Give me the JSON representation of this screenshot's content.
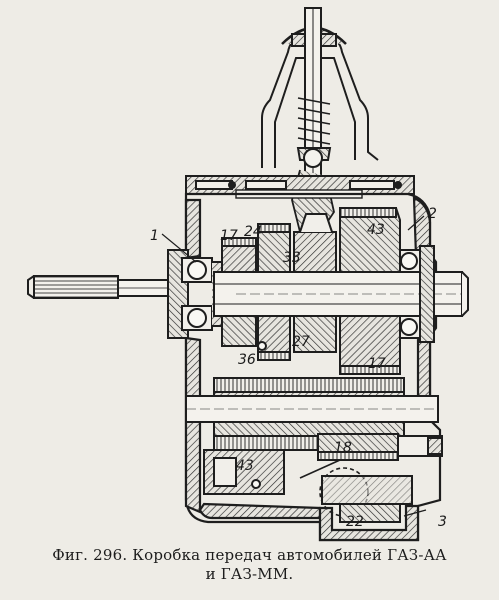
{
  "figure": {
    "labels": [
      "1",
      "17",
      "24",
      "33",
      "43",
      "2",
      "36",
      "27",
      "17",
      "18",
      "43",
      "22",
      "3"
    ],
    "caption_line1": "Фиг. 296. Коробка передач автомобилей ГАЗ-АА",
    "caption_line2": "и ГАЗ-ММ."
  }
}
